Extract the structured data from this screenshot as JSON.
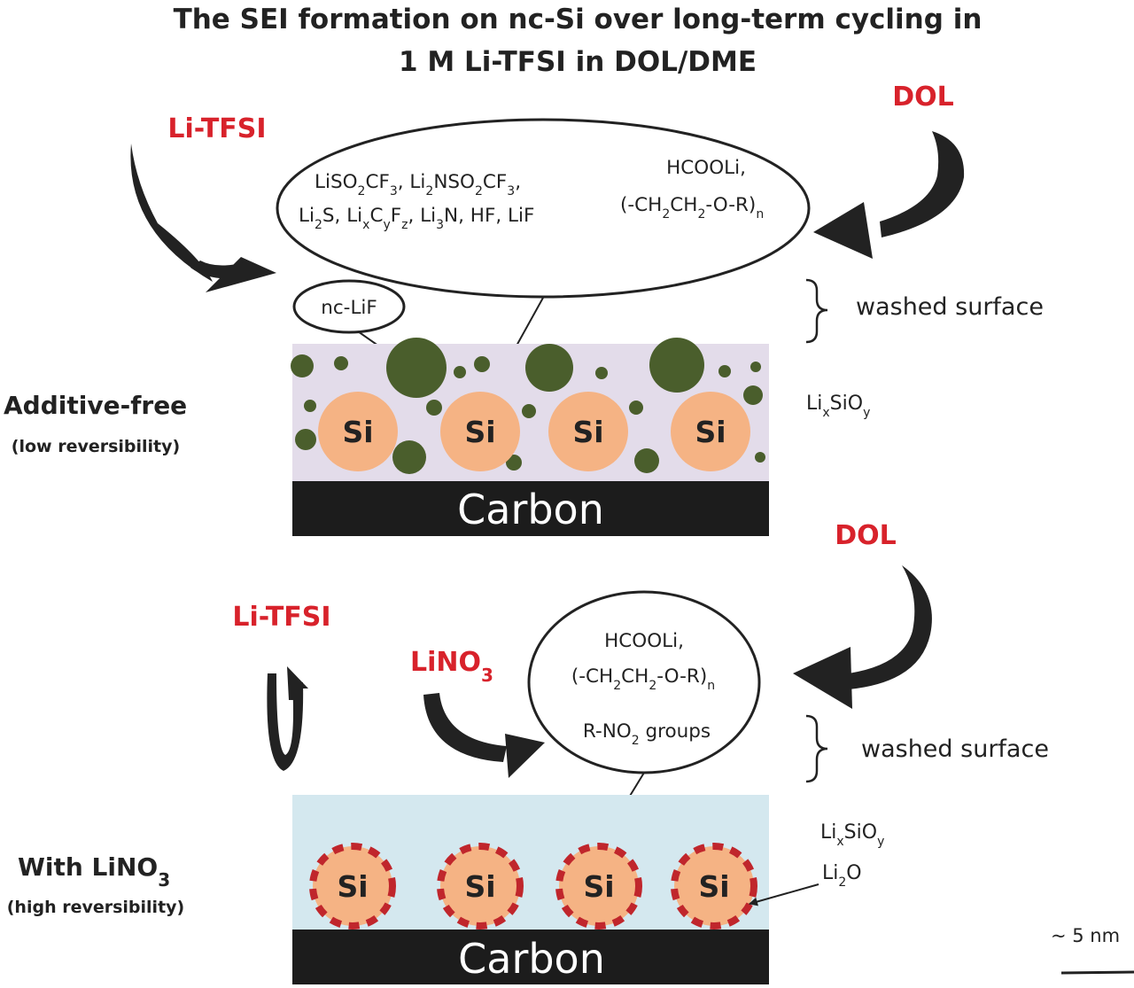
{
  "title": {
    "line1": "The SEI formation on nc-Si over long-term cycling in",
    "line2": "1 M Li-TFSI in DOL/DME"
  },
  "colors": {
    "reagent": "#d8222b",
    "sei_additive_free": "#e3dcea",
    "sei_with_lino3": "#d4e8ef",
    "si_particle": "#f5b384",
    "lif_particle": "#4a5e2c",
    "dashed_shell": "#c0262c",
    "carbon": "#1c1c1c"
  },
  "top": {
    "reagent_left": "Li-TFSI",
    "reagent_right": "DOL",
    "bubble_left_line1": [
      "LiSO",
      "2",
      "CF",
      "3",
      ", Li",
      "2",
      "NSO",
      "2",
      "CF",
      "3",
      ","
    ],
    "bubble_left_line2": [
      "Li",
      "2",
      "S, Li",
      "x",
      "C",
      "y",
      "F",
      "z",
      ", Li",
      "3",
      "N, HF, LiF"
    ],
    "bubble_right_line1": "HCOOLi,",
    "bubble_right_line2": [
      "(-CH",
      "2",
      "CH",
      "2",
      "-O-R)",
      "n"
    ],
    "nc_lif": "nc-LiF",
    "washed_surface": "washed surface",
    "layer_label": [
      "Li",
      "x",
      "SiO",
      "y"
    ],
    "section_label": "Additive-free",
    "section_sub": "(low reversibility)",
    "si_labels": [
      "Si",
      "Si",
      "Si",
      "Si"
    ],
    "carbon": "Carbon"
  },
  "bottom": {
    "reagent_left": "Li-TFSI",
    "reagent_mid": [
      "LiNO",
      "3"
    ],
    "reagent_right": "DOL",
    "bubble_line1": "HCOOLi,",
    "bubble_line2": [
      "(-CH",
      "2",
      "CH",
      "2",
      "-O-R)",
      "n"
    ],
    "bubble_line3": [
      "R-NO",
      "2",
      " groups"
    ],
    "washed_surface": "washed surface",
    "layer_label1": [
      "Li",
      "x",
      "SiO",
      "y"
    ],
    "layer_label2": [
      "Li",
      "2",
      "O"
    ],
    "section_label": [
      "With LiNO",
      "3"
    ],
    "section_sub": "(high reversibility)",
    "si_labels": [
      "Si",
      "Si",
      "Si",
      "Si"
    ],
    "carbon": "Carbon"
  },
  "scale_bar": "~ 5 nm"
}
